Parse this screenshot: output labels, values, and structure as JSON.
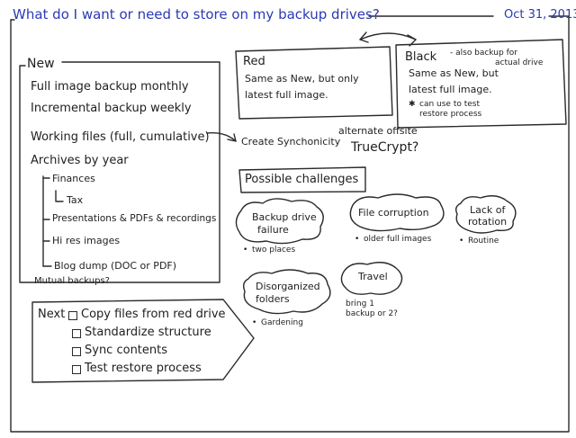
{
  "header": {
    "title": "What do I want or need to store on my backup drives?",
    "date": "Oct 31, 2013"
  },
  "new_box": {
    "heading": "New",
    "items": [
      "Full image backup monthly",
      "Incremental backup weekly",
      "Working files (full, cumulative)",
      "Archives by year",
      "Finances",
      "Tax",
      "Presentations & PDFs & recordings",
      "Hi res images",
      "Blog dump (DOC or PDF)"
    ],
    "footer": "Mutual backups?"
  },
  "red_box": {
    "heading": "Red",
    "lines": [
      "Same as New, but only",
      "latest full image."
    ]
  },
  "black_box": {
    "heading": "Black",
    "aside_line1": "- also backup for",
    "aside_line2": "actual drive",
    "lines": [
      "Same as New, but",
      "latest full image."
    ],
    "note_line1": "can use to test",
    "note_line2": "restore process"
  },
  "sync": {
    "create": "Create Synchonicity",
    "alternate": "alternate offsite",
    "truecrypt": "TrueCrypt?"
  },
  "challenges": {
    "heading": "Possible challenges",
    "items": [
      {
        "label_line1": "Backup drive",
        "label_line2": "failure",
        "note": "two places"
      },
      {
        "label_line1": "File corruption",
        "label_line2": "",
        "note": "older full images"
      },
      {
        "label_line1": "Lack of",
        "label_line2": "rotation",
        "note": "Routine"
      },
      {
        "label_line1": "Disorganized",
        "label_line2": "folders",
        "note": "Gardening"
      },
      {
        "label_line1": "Travel",
        "label_line2": "",
        "note": "bring 1 backup or 2?"
      }
    ]
  },
  "next": {
    "label": "Next",
    "tasks": [
      "Copy files from red drive",
      "Standardize structure",
      "Sync contents",
      "Test restore process"
    ]
  },
  "icons": [
    "bullet-star-icon",
    "checkbox-icon",
    "double-arrow-icon"
  ]
}
